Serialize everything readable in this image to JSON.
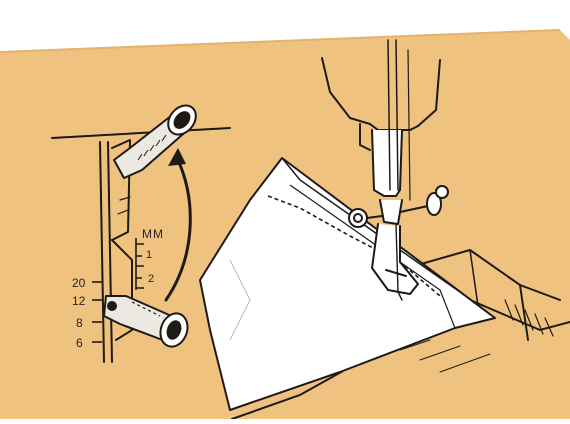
{
  "illustration": {
    "background_color": "#f0c27f",
    "ink_color": "#1e1a17",
    "paper_color": "#ffffff",
    "lever_color": "#ece8e2"
  },
  "scale": {
    "unit_label": "MM",
    "mm_marks": [
      "1",
      "2"
    ],
    "stitch_lengths": [
      "20",
      "12",
      "8",
      "6"
    ]
  }
}
